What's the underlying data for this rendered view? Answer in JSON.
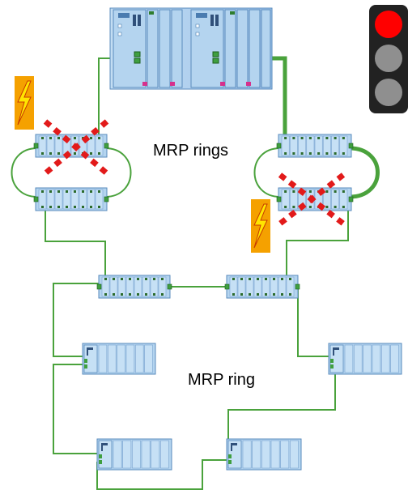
{
  "labels": {
    "mrp_rings": "MRP rings",
    "mrp_ring": "MRP ring"
  },
  "colors": {
    "link": "#4aa23c",
    "module_fill": "#aed0ee",
    "module_stroke": "#5a8bbd",
    "port": "#2c6b2c",
    "fault": "#e21a1a",
    "lightning_bg": "#f5a100",
    "lightning_bolt": "#ffe500",
    "signal_red": "#ff0000",
    "signal_off": "#8f8f8f",
    "signal_housing": "#222222"
  },
  "status": {
    "traffic_light": "red",
    "faulty_ring_segments": 2
  }
}
